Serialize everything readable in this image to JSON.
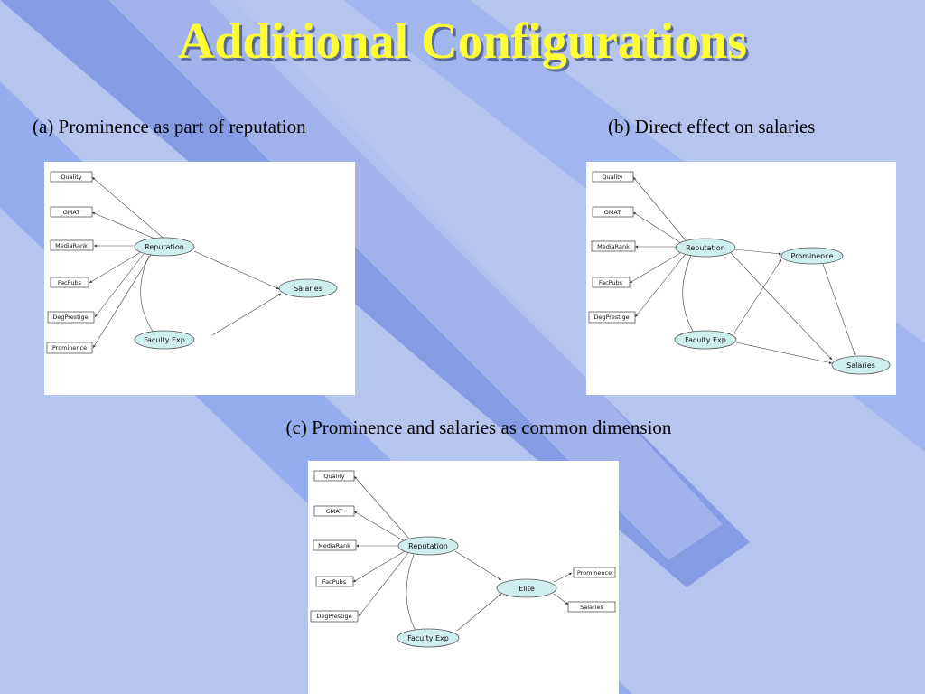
{
  "slide": {
    "title": "Additional Configurations",
    "caption_a": "(a) Prominence as part of reputation",
    "caption_b": "(b) Direct effect on salaries",
    "caption_c": "(c) Prominence and salaries as common dimension"
  },
  "diagram_a": {
    "indicators": [
      "Quality",
      "GMAT",
      "MediaRank",
      "FacPubs",
      "DegPrestige",
      "Prominence"
    ],
    "nodes": {
      "reputation": "Reputation",
      "faculty_exp": "Faculty Exp",
      "salaries": "Salaries"
    }
  },
  "diagram_b": {
    "indicators": [
      "Quality",
      "GMAT",
      "MediaRank",
      "FacPubs",
      "DegPrestige"
    ],
    "nodes": {
      "reputation": "Reputation",
      "prominence": "Prominence",
      "faculty_exp": "Faculty Exp",
      "salaries": "Salaries"
    }
  },
  "diagram_c": {
    "indicators": [
      "Quality",
      "GMAT",
      "MediaRank",
      "FacPubs",
      "DegPrestige"
    ],
    "nodes": {
      "reputation": "Reputation",
      "elite": "Elite",
      "faculty_exp": "Faculty Exp"
    },
    "outputs": [
      "Prominence",
      "Salaries"
    ]
  },
  "colors": {
    "title": "#ffff33",
    "background": "#b6c5ef",
    "stripe": "#8ea6ec",
    "node_fill": "#cfeeee"
  }
}
